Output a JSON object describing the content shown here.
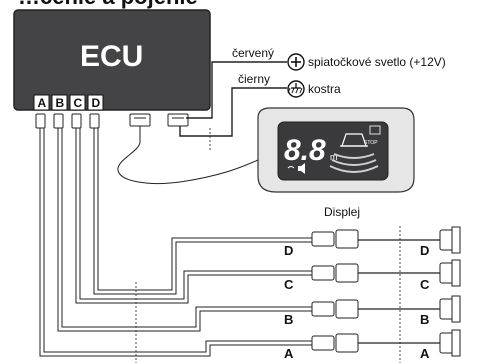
{
  "heading": "…čenie a pojenie",
  "ecu": {
    "title": "ECU",
    "ports": [
      "A",
      "B",
      "C",
      "D"
    ]
  },
  "power": {
    "red_wire": "červený",
    "red_target": "spiatočkové svetlo (+12V)",
    "black_wire": "čierny",
    "black_target": "kostra",
    "plus_icon": "plus-circle-icon",
    "ground_icon": "ground-circle-icon"
  },
  "display": {
    "label": "Displej",
    "digits": "8.8",
    "unit": "m",
    "stop_text": "STOP"
  },
  "sensors": {
    "left_labels": [
      "D",
      "C",
      "B",
      "A"
    ],
    "right_labels": [
      "D",
      "C",
      "B",
      "A"
    ]
  }
}
